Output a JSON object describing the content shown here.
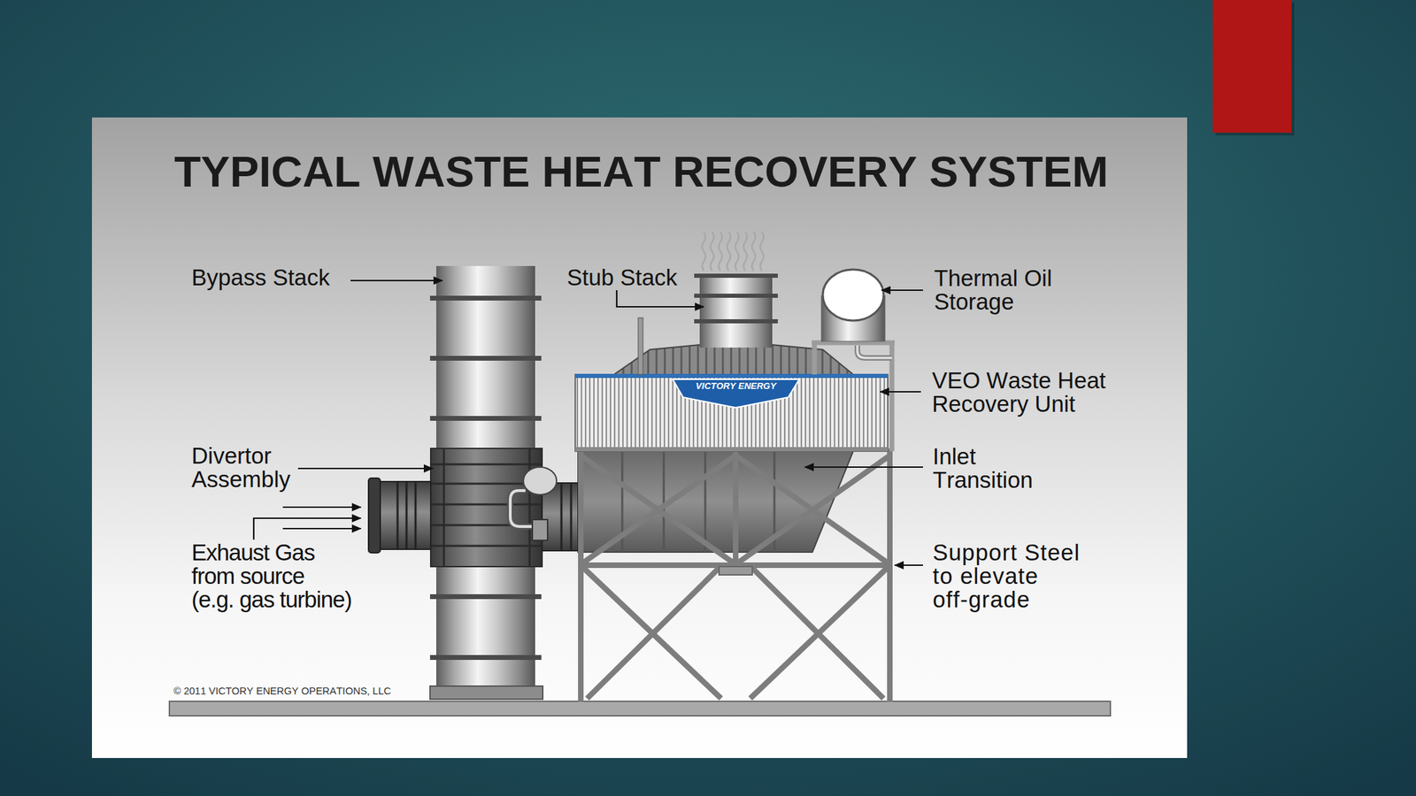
{
  "diagram": {
    "title": "TYPICAL WASTE HEAT RECOVERY SYSTEM",
    "labels": [
      "Bypass Stack",
      "Stub Stack",
      "Thermal Oil Storage",
      "VEO Waste Heat Recovery Unit",
      "Divertor Assembly",
      "Inlet Transition",
      "Exhaust Gas from source (e.g. gas turbine)",
      "Support Steel to elevate off-grade",
      "VICTORY ENERGY",
      "© 2011 VICTORY ENERGY OPERATIONS, LLC"
    ]
  }
}
